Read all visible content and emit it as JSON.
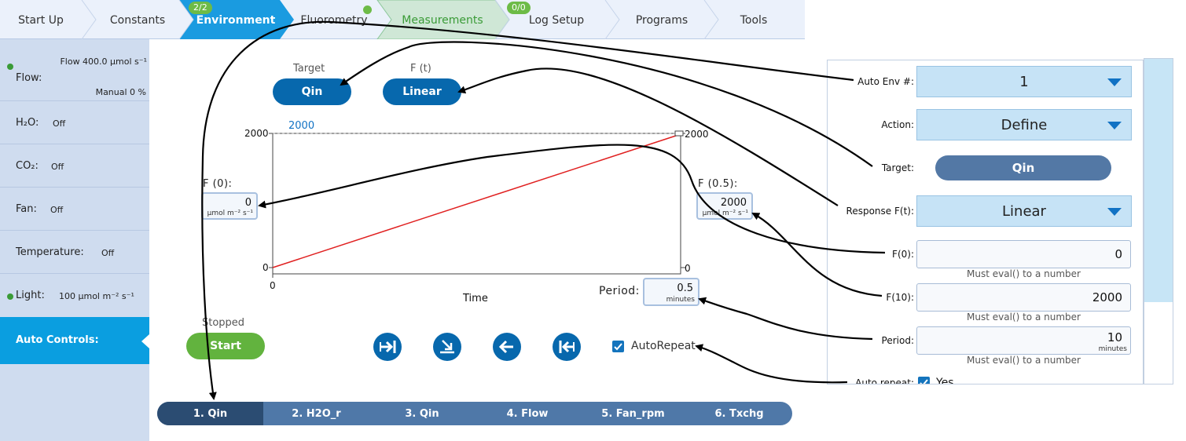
{
  "nav": {
    "tabs": [
      {
        "label": "Start Up"
      },
      {
        "label": "Constants"
      },
      {
        "label": "Environment",
        "badge": "2/2"
      },
      {
        "label": "Fluorometry"
      },
      {
        "label": "Measurements"
      },
      {
        "label": "Log Setup",
        "badge": "0/0"
      },
      {
        "label": "Programs"
      },
      {
        "label": "Tools"
      }
    ]
  },
  "sidebar": {
    "flow": {
      "label": "Flow:",
      "value": "Flow 400.0 µmol s⁻¹",
      "sub": "Manual 0 %"
    },
    "h2o": {
      "label": "H₂O:",
      "value": "Off"
    },
    "co2": {
      "label": "CO₂:",
      "value": "Off"
    },
    "fan": {
      "label": "Fan:",
      "value": "Off"
    },
    "temperature": {
      "label": "Temperature:",
      "value": "Off"
    },
    "light": {
      "label": "Light:",
      "value": "100 µmol m⁻² s⁻¹"
    },
    "auto": {
      "label": "Auto Controls:"
    }
  },
  "main": {
    "target_caption": "Target",
    "target_button": "Qin",
    "ft_caption": "F (t)",
    "ft_button": "Linear",
    "plot": {
      "y_top": "2000",
      "y_bottom": "0",
      "x_left": "0",
      "top_value": "2000",
      "right_top": "2000",
      "right_bottom": "0",
      "x_label": "Time"
    },
    "f0": {
      "label": "F (0):",
      "value": "0",
      "unit": "µmol m⁻² s⁻¹"
    },
    "f05": {
      "label": "F (0.5):",
      "value": "2000",
      "unit": "µmol m⁻² s⁻¹"
    },
    "period": {
      "label": "Period:",
      "value": "0.5",
      "unit": "minutes"
    },
    "status": "Stopped",
    "start_button": "Start",
    "autorepeat_label": "AutoRepeat"
  },
  "programs": [
    {
      "label": "1. Qin"
    },
    {
      "label": "2. H2O_r"
    },
    {
      "label": "3. Qin"
    },
    {
      "label": "4. Flow"
    },
    {
      "label": "5. Fan_rpm"
    },
    {
      "label": "6. Txchg"
    }
  ],
  "panel": {
    "auto_env_label": "Auto Env #:",
    "auto_env_value": "1",
    "action_label": "Action:",
    "action_value": "Define",
    "target_label": "Target:",
    "target_value": "Qin",
    "response_label": "Response F(t):",
    "response_value": "Linear",
    "f0_label": "F(0):",
    "f0_value": "0",
    "f0_hint": "Must eval() to a number",
    "f10_label": "F(10):",
    "f10_value": "2000",
    "f10_hint": "Must eval() to a number",
    "period_label": "Period:",
    "period_value": "10",
    "period_unit": "minutes",
    "period_hint": "Must eval() to a number",
    "autorepeat_label": "Auto repeat:",
    "autorepeat_value": "Yes"
  },
  "colors": {
    "accent": "#0a9ee0",
    "button_blue": "#0768ad",
    "green": "#62b33e",
    "plot_line": "#e02020"
  }
}
